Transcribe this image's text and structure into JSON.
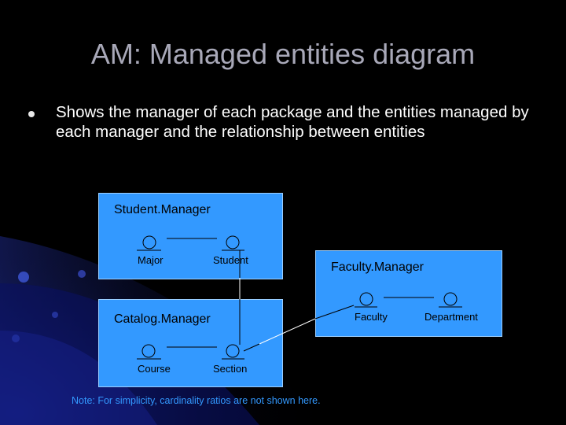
{
  "slide": {
    "title": "AM: Managed entities diagram",
    "bullet": "Shows the manager of each package and the entities managed by each manager and the relationship between entities",
    "note": "Note: For simplicity, cardinality ratios are not shown here."
  },
  "colors": {
    "background": "#000000",
    "package_fill": "#3399ff",
    "title_text": "#a8a8b8",
    "note_text": "#3399ff"
  },
  "packages": {
    "student": {
      "name": "Student.Manager",
      "entities": [
        "Major",
        "Student"
      ]
    },
    "catalog": {
      "name": "Catalog.Manager",
      "entities": [
        "Course",
        "Section"
      ]
    },
    "faculty": {
      "name": "Faculty.Manager",
      "entities": [
        "Faculty",
        "Department"
      ]
    }
  },
  "relationships": [
    [
      "Major",
      "Student"
    ],
    [
      "Course",
      "Section"
    ],
    [
      "Faculty",
      "Department"
    ],
    [
      "Student",
      "Section"
    ],
    [
      "Faculty",
      "Section"
    ]
  ]
}
